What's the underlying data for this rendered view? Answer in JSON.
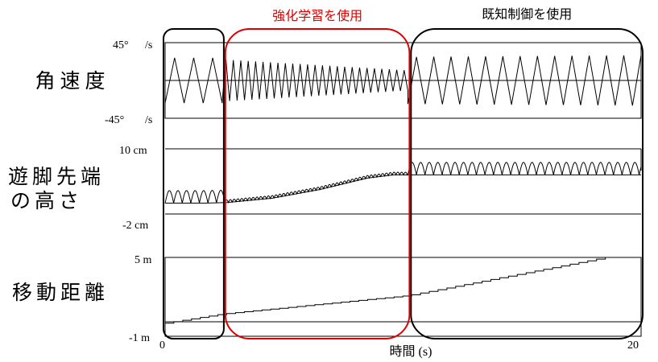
{
  "chart_data": {
    "type": "line",
    "xlabel": "時間 (s)",
    "xlim": [
      0,
      20
    ],
    "x_tick_labels": [
      "0",
      "20"
    ],
    "regions": [
      {
        "label": "",
        "x_range": [
          0,
          2.4
        ],
        "color": "#000000"
      },
      {
        "label": "強化学習を使用",
        "x_range": [
          2.6,
          10.2
        ],
        "color": "#dd0000"
      },
      {
        "label": "既知制御を使用",
        "x_range": [
          10.4,
          20
        ],
        "color": "#000000"
      }
    ],
    "panels": [
      {
        "ylabel": "角速度",
        "ylim": [
          -45,
          45
        ],
        "y_tick_labels": {
          "top": "45°",
          "bottom": "-45°",
          "unit": "/s"
        },
        "series": [
          {
            "segments": [
              {
                "x_range": [
                  0,
                  2.4
                ],
                "period": 0.75,
                "amp_range": [
                  27,
                  27
                ],
                "offset": 0
              },
              {
                "x_range": [
                  2.4,
                  10.2
                ],
                "period": 0.31,
                "amp_range": [
                  25,
                  12
                ],
                "offset": 0
              },
              {
                "x_range": [
                  10.2,
                  20
                ],
                "period": 0.72,
                "amp_range": [
                  28,
                  30
                ],
                "offset": 0
              }
            ]
          }
        ]
      },
      {
        "ylabel": "遊脚先端の高さ",
        "ylim": [
          -2,
          10
        ],
        "y_tick_labels": {
          "top": "10 cm",
          "bottom": "-2 cm"
        },
        "ground": [
          [
            0,
            0
          ],
          [
            1.7,
            0
          ],
          [
            2.6,
            0.1
          ],
          [
            4.5,
            0.9
          ],
          [
            6.5,
            2.5
          ],
          [
            8.5,
            4.6
          ],
          [
            9.6,
            5.2
          ],
          [
            10.2,
            5.2
          ],
          [
            20,
            5.2
          ]
        ],
        "series": [
          {
            "segments": [
              {
                "x_range": [
                  0,
                  2.5
                ],
                "period": 0.36,
                "height": 2.3
              },
              {
                "x_range": [
                  2.5,
                  10.2
                ],
                "period": 0.16,
                "height": 0.5
              },
              {
                "x_range": [
                  10.2,
                  20
                ],
                "period": 0.36,
                "height": 2.3
              }
            ]
          }
        ]
      },
      {
        "ylabel": "移動距離",
        "ylim": [
          -1,
          5
        ],
        "y_tick_labels": {
          "top": "5 m",
          "bottom": "-1 m"
        },
        "series": [
          {
            "points": [
              [
                0,
                0
              ],
              [
                2.4,
                0.7
              ],
              [
                10.2,
                2.1
              ],
              [
                18.5,
                5.0
              ]
            ],
            "steps": 50
          }
        ]
      }
    ]
  }
}
